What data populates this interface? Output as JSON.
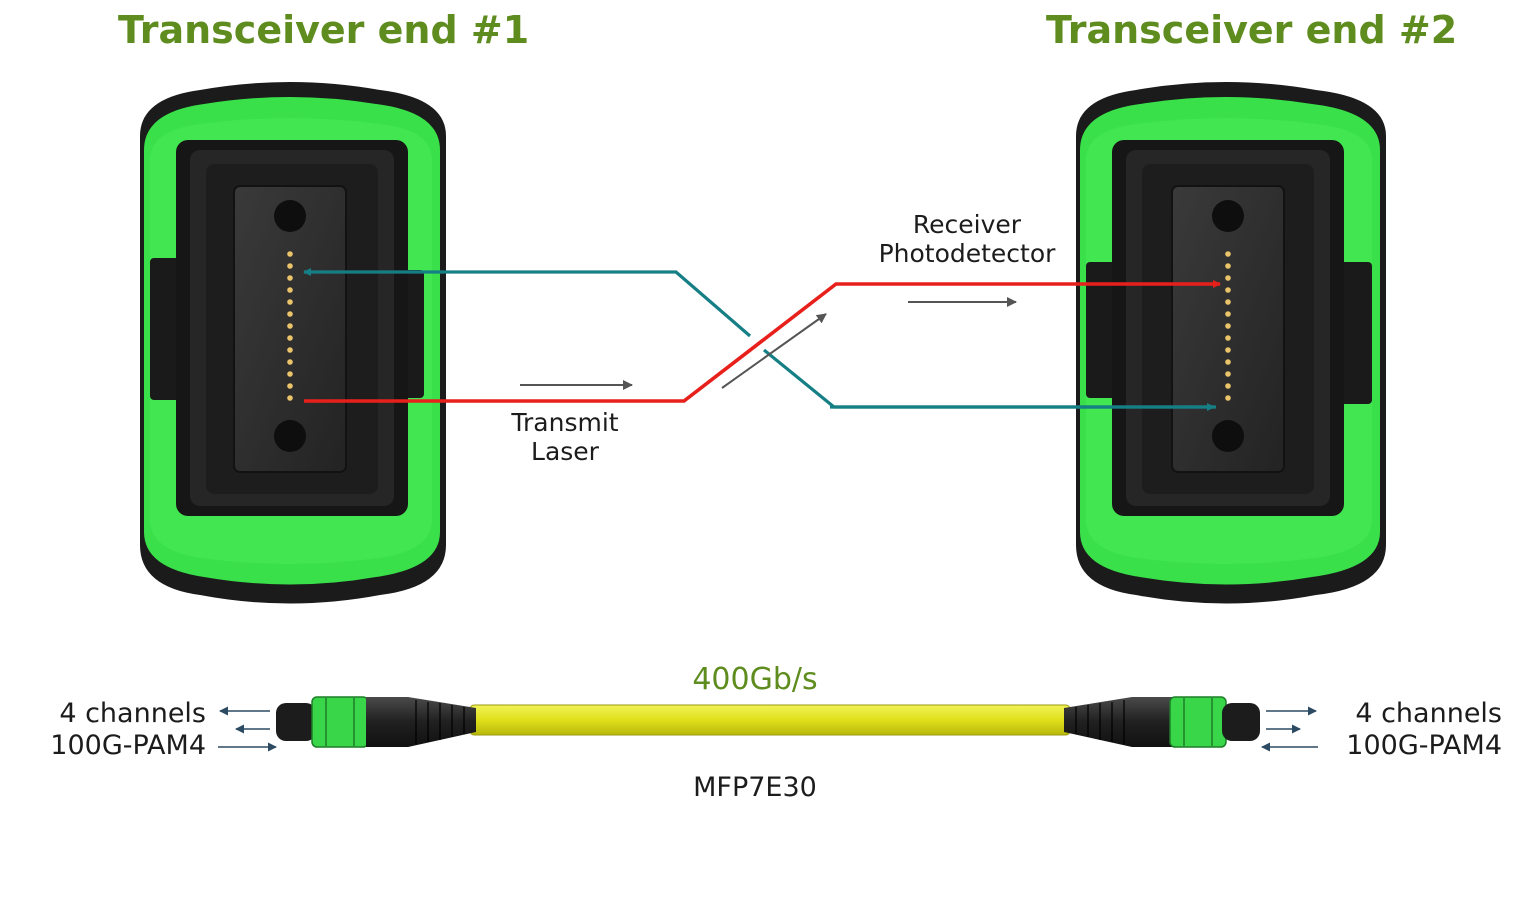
{
  "titles": {
    "end1": "Transceiver end  #1",
    "end2": "Transceiver end  #2"
  },
  "labels": {
    "receiver_line1": "Receiver",
    "receiver_line2": "Photodetector",
    "transmit_line1": "Transmit",
    "transmit_line2": "Laser"
  },
  "cable": {
    "speed": "400Gb/s",
    "part_number": "MFP7E30",
    "left_channels": "4 channels",
    "left_modulation": "100G-PAM4",
    "right_channels": "4 channels",
    "right_modulation": "100G-PAM4"
  },
  "colors": {
    "title_green": "#5e8c1e",
    "connector_green": "#39e04a",
    "tx_red": "#e8201c",
    "rx_teal": "#167f86",
    "cable_yellow": "#e3e41a",
    "fiber_dot": "#e9c46a"
  }
}
